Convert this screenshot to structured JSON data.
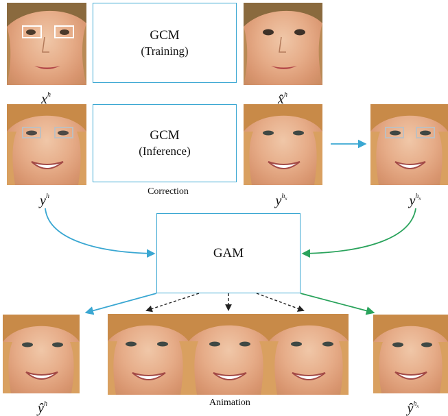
{
  "boxes": {
    "gcm_training": {
      "line1": "GCM",
      "line2": "(Training)"
    },
    "gcm_inference": {
      "line1": "GCM",
      "line2": "(Inference)"
    },
    "gam": {
      "label": "GAM"
    }
  },
  "captions": {
    "correction": "Correction",
    "animation": "Animation"
  },
  "labels": {
    "x_h": {
      "base": "x",
      "sup": "h"
    },
    "x_hat_h": {
      "base": "x̂",
      "sup": "h"
    },
    "y_h": {
      "base": "y",
      "sup": "h"
    },
    "y_hx": {
      "base": "y",
      "sup": "h",
      "sub": "x"
    },
    "y_hx_right": {
      "base": "y",
      "sup": "h",
      "sub": "x"
    },
    "y_hat_h": {
      "base": "ŷ",
      "sup": "h"
    },
    "y_hat_hx": {
      "base": "ŷ",
      "sup": "h",
      "sub": "x"
    }
  },
  "colors": {
    "blue": "#3aa7d2",
    "green": "#2aa35c",
    "dashed": "#222222",
    "eye_box_training": "#ffffff",
    "eye_box_inference": "#bfbfbf"
  }
}
